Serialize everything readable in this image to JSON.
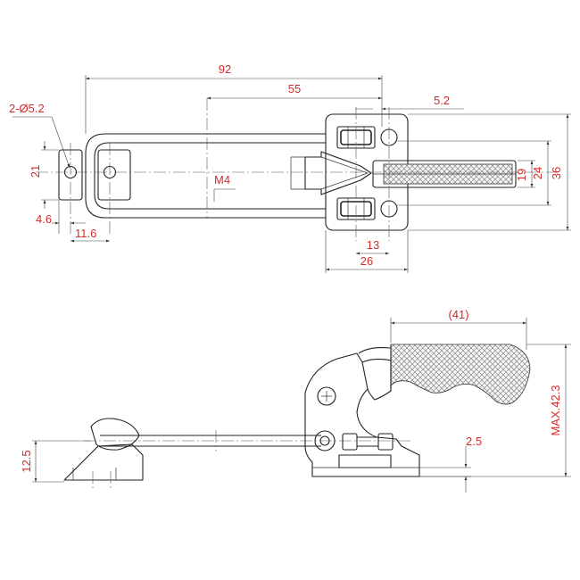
{
  "dimensions": {
    "overall_length": "92",
    "pivot_to_end": "55",
    "edge_offset": "5.2",
    "hole_spec": "2-Ø5.2",
    "flange_height": "21",
    "thread": "M4",
    "hole_spacing_inner": "19",
    "hole_spacing_outer": "24",
    "base_height": "36",
    "edge_to_hole": "4.6",
    "hook_hole_pitch": "11.6",
    "bolt_pitch": "13",
    "base_width": "26",
    "handle_length": "(41)",
    "height_to_base": "12.5",
    "gap": "2.5",
    "max_height": "MAX.42.3"
  },
  "colors": {
    "dimension_text": "#d42a2a",
    "outline": "#222222"
  }
}
